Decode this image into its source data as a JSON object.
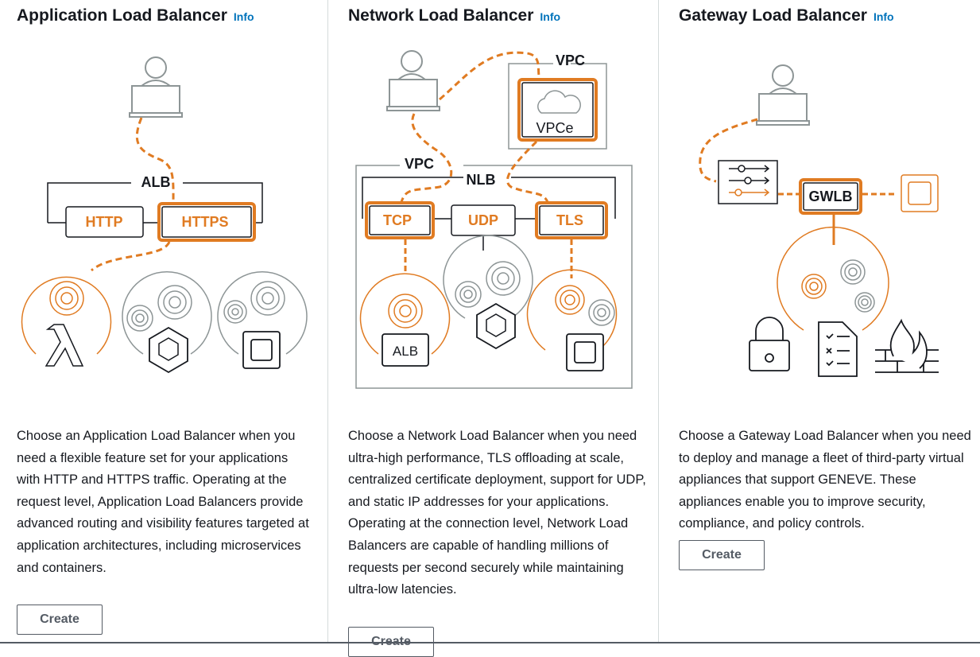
{
  "cards": [
    {
      "title": "Application Load Balancer",
      "info_label": "Info",
      "description": "Choose an Application Load Balancer when you need a flexible feature set for your applications with HTTP and HTTPS traffic. Operating at the request level, Application Load Balancers provide advanced routing and visibility features targeted at application architectures, including microservices and containers.",
      "create_label": "Create",
      "diagram": {
        "group_label": "ALB",
        "listeners": [
          "HTTP",
          "HTTPS"
        ]
      }
    },
    {
      "title": "Network Load Balancer",
      "info_label": "Info",
      "description": "Choose a Network Load Balancer when you need ultra-high performance, TLS offloading at scale, centralized certificate deployment, support for UDP, and static IP addresses for your applications. Operating at the connection level, Network Load Balancers are capable of handling millions of requests per second securely while maintaining ultra-low latencies.",
      "create_label": "Create",
      "diagram": {
        "vpc_label": "VPC",
        "endpoint_label": "VPCe",
        "inner_vpc_label": "VPC",
        "group_label": "NLB",
        "listeners": [
          "TCP",
          "UDP",
          "TLS"
        ],
        "target_label": "ALB"
      }
    },
    {
      "title": "Gateway Load Balancer",
      "info_label": "Info",
      "description": "Choose a Gateway Load Balancer when you need to deploy and manage a fleet of third-party virtual appliances that support GENEVE. These appliances enable you to improve security, compliance, and policy controls.",
      "create_label": "Create",
      "diagram": {
        "group_label": "GWLB"
      }
    }
  ],
  "colors": {
    "accent": "#e07b22",
    "link": "#0073bb",
    "text": "#16191f",
    "gray_icon": "#8d9596",
    "button_border": "#545b64"
  }
}
